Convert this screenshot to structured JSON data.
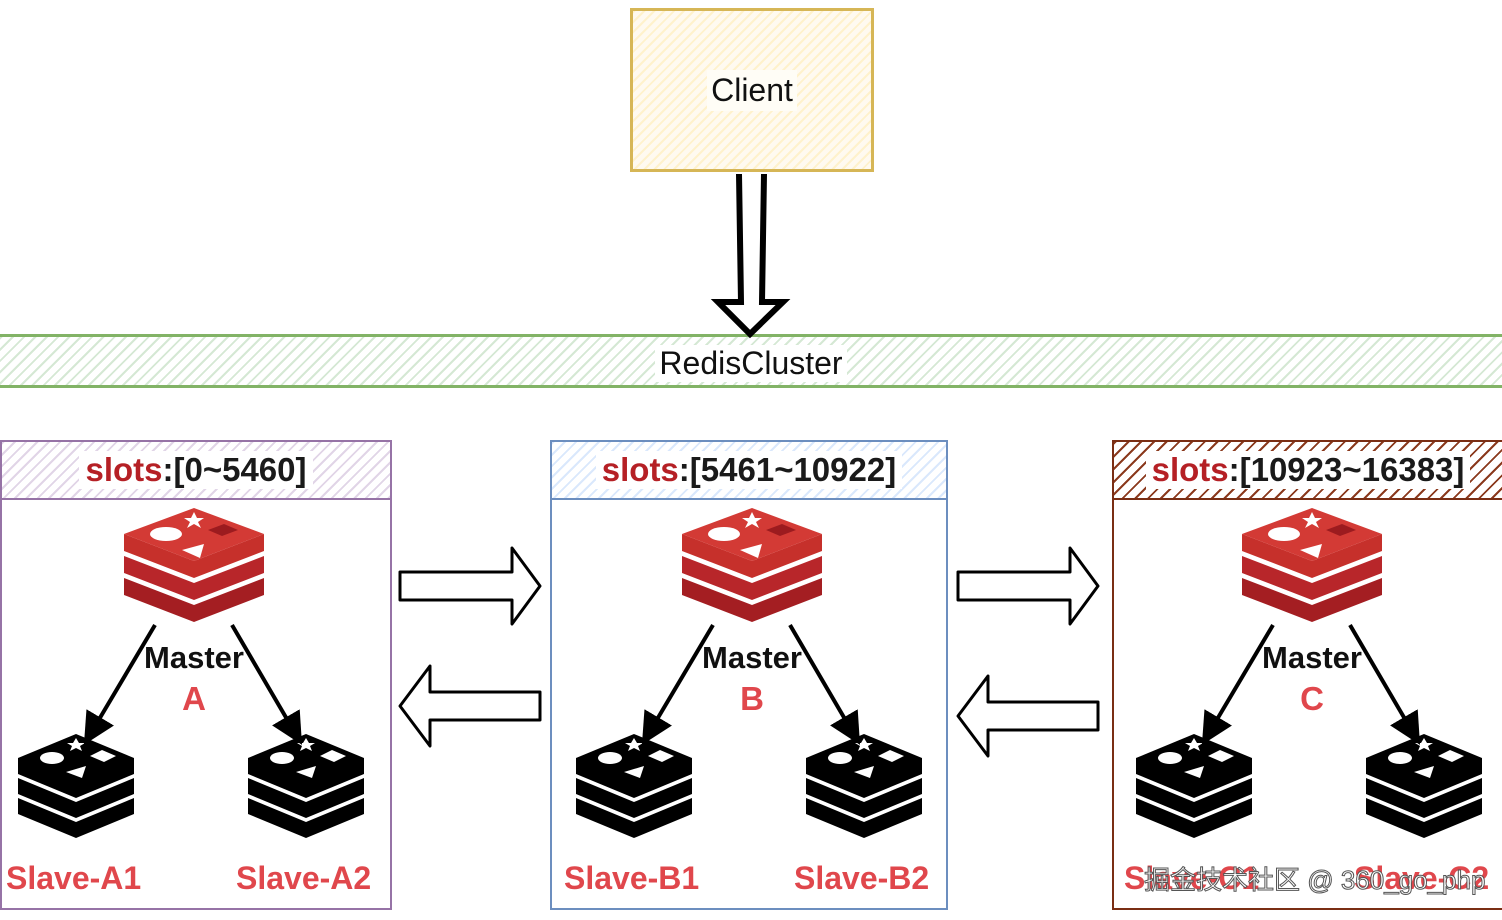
{
  "client": {
    "label": "Client"
  },
  "cluster": {
    "label": "RedisCluster"
  },
  "groups": [
    {
      "id": "a",
      "slots_keyword": "slots",
      "slots_range": ":[0~5460]",
      "master": {
        "label": "Master",
        "letter": "A"
      },
      "slaves": [
        "Slave-A1",
        "Slave-A2"
      ],
      "border_color": "#9673a6"
    },
    {
      "id": "b",
      "slots_keyword": "slots",
      "slots_range": ":[5461~10922]",
      "master": {
        "label": "Master",
        "letter": "B"
      },
      "slaves": [
        "Slave-B1",
        "Slave-B2"
      ],
      "border_color": "#6c8ebf"
    },
    {
      "id": "c",
      "slots_keyword": "slots",
      "slots_range": ":[10923~16383]",
      "master": {
        "label": "Master",
        "letter": "C"
      },
      "slaves": [
        "Slave-C1",
        "Slave-C2"
      ],
      "border_color": "#7a2e14"
    }
  ],
  "colors": {
    "master_icon": "#c6302b",
    "slave_icon": "#000000",
    "label_red": "#e0474c",
    "slots_red": "#b52025"
  },
  "watermark": "掘金技术社区 @ 360_go_php"
}
